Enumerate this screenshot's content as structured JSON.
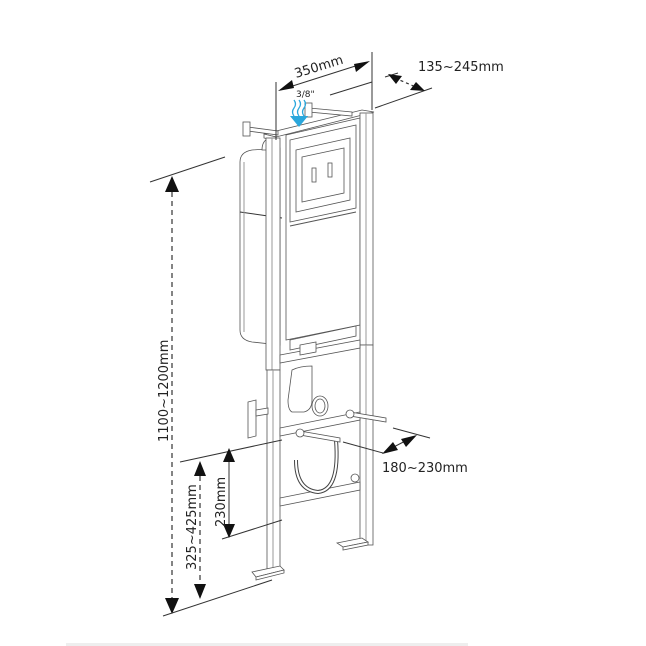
{
  "diagram": {
    "title": "Concealed cistern frame installation dimensions",
    "dimensions": {
      "frame_width": "350mm",
      "wall_depth": "135~245mm",
      "water_inlet": "3/8\"",
      "total_height": "1100~1200mm",
      "waste_height": "325~425mm",
      "bolt_height": "230mm",
      "bolt_spacing": "180~230mm"
    },
    "colors": {
      "line": "#333333",
      "water_arrow": "#2aa7dc",
      "footer_bar": "#eeeeee"
    }
  }
}
